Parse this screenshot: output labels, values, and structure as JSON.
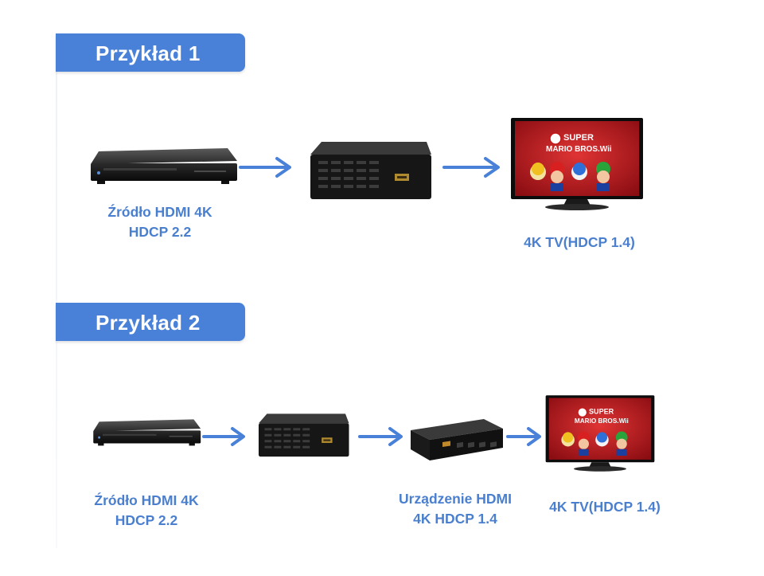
{
  "example1": {
    "title": "Przykład 1",
    "source_label_line1": "Źródło HDMI 4K",
    "source_label_line2": "HDCP 2.2",
    "tv_label": "4K TV(HDCP 1.4)"
  },
  "example2": {
    "title": "Przykład 2",
    "source_label_line1": "Źródło HDMI 4K",
    "source_label_line2": "HDCP 2.2",
    "device_label_line1": "Urządzenie HDMI",
    "device_label_line2": "4K HDCP 1.4",
    "tv_label": "4K TV(HDCP 1.4)"
  },
  "tv_screen": {
    "logo_line1": "SUPER",
    "logo_line2": "MARIO BROS.Wii"
  },
  "colors": {
    "tab": "#4a81d8",
    "label": "#4a7fcf",
    "arrow": "#4a81d8",
    "device": "#1c1c1c"
  }
}
